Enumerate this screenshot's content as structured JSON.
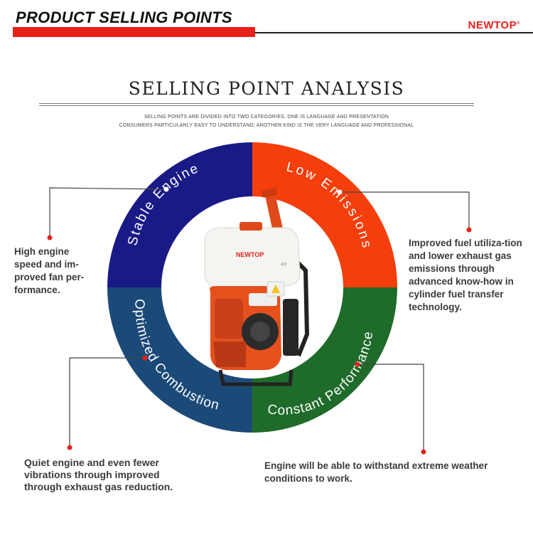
{
  "header": {
    "title": "PRODUCT SELLING POINTS",
    "brand": "NEWTOP",
    "brand_mark": "®"
  },
  "analysis": {
    "title": "SELLING POINT ANALYSIS",
    "subtitle_line1": "SELLING POINTS ARE DIVIDED INTO TWO CATEGORIES, ONE IS LANGUAGE AND PRESENTATION",
    "subtitle_line2": "CONSUMERS PARTICULARLY EASY TO UNDERSTAND; ANOTHER KIND IS THE VERY LANGUAGE AND PROFESSIONAL"
  },
  "product": {
    "tank_label": "NEWTOP",
    "model": "423"
  },
  "segments": [
    {
      "label": "Stable Engine",
      "color": "#1a1a86",
      "description": "High engine speed and im-proved fan per-formance."
    },
    {
      "label": "Low Emissions",
      "color": "#f43e0c",
      "description": "Improved fuel utiliza-tion and lower exhaust gas emissions through advanced know-how in cylinder fuel transfer technology."
    },
    {
      "label": "Constant Performance",
      "color": "#1f6b2a",
      "description": "Engine will be able to withstand extreme weather conditions to work."
    },
    {
      "label": "Optimized Combustion",
      "color": "#1c4a78",
      "description": "Quiet engine and even fewer vibrations through improved through exhaust gas reduction."
    }
  ],
  "colors": {
    "accent": "#e8201a"
  }
}
